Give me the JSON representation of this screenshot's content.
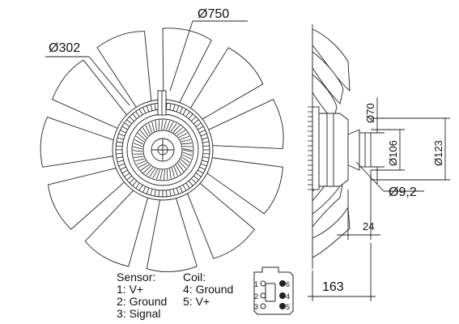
{
  "dimensions": {
    "d750": "Ø750",
    "d302": "Ø302",
    "d70": "Ø70",
    "d106": "Ø106",
    "d123": "Ø123",
    "d9_2": "Ø9,2",
    "d24": "24",
    "d163": "163"
  },
  "legend": {
    "sensor_title": "Sensor:",
    "sensor_items": [
      "1: V+",
      "2: Ground",
      "3: Signal"
    ],
    "coil_title": "Coil:",
    "coil_items": [
      "4: Ground",
      "5: V+"
    ]
  },
  "connector": {
    "pins_left": [
      "1",
      "2",
      "3"
    ],
    "pins_right": [
      "6",
      "4",
      "5"
    ]
  },
  "fan": {
    "blade_count": 11
  }
}
